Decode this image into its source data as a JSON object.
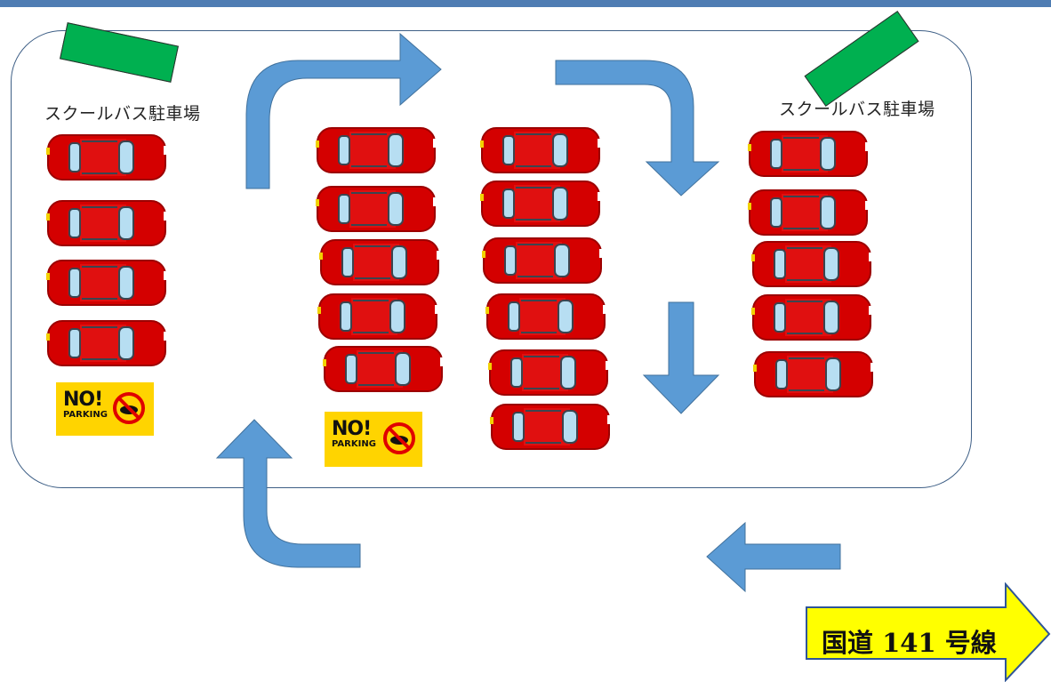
{
  "labels": {
    "bus_parking_left": "スクールバス駐車場",
    "bus_parking_right": "スクールバス駐車場",
    "route": "国道 141 号線"
  },
  "signs": {
    "no_parking_main": "NO!",
    "no_parking_sub": "PARKING"
  },
  "colors": {
    "arrow": "#5b9bd5",
    "car": "#d40000",
    "bus_slot": "#00b050",
    "sign": "#ffd400",
    "route_arrow": "#ffff00"
  }
}
